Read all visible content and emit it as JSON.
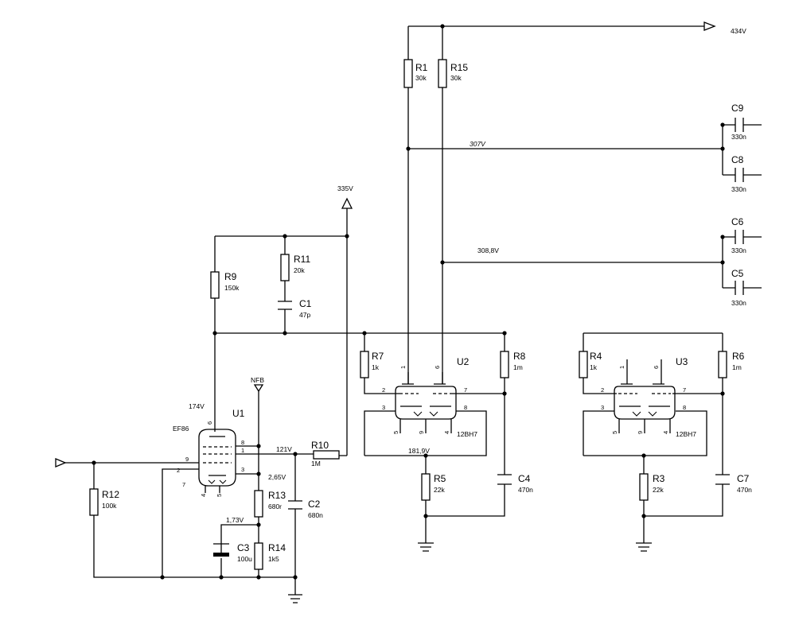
{
  "nets": {
    "hv_main": "434V",
    "rail_307": "307V",
    "rail_3088": "308,8V",
    "rail_335": "335V",
    "nfb": "NFB",
    "plate_u1": "174V",
    "screen_u1": "121V",
    "cathode_u1": "2,65V",
    "c3_node": "1,73V",
    "cathode_u2": "181,9V"
  },
  "components": {
    "R1": {
      "ref": "R1",
      "value": "30k"
    },
    "R15": {
      "ref": "R15",
      "value": "30k"
    },
    "R9": {
      "ref": "R9",
      "value": "150k"
    },
    "R11": {
      "ref": "R11",
      "value": "20k"
    },
    "C1": {
      "ref": "C1",
      "value": "47p"
    },
    "R10": {
      "ref": "R10",
      "value": "1M"
    },
    "R12": {
      "ref": "R12",
      "value": "100k"
    },
    "R13": {
      "ref": "R13",
      "value": "680r"
    },
    "R14": {
      "ref": "R14",
      "value": "1k5"
    },
    "C2": {
      "ref": "C2",
      "value": "680n"
    },
    "C3": {
      "ref": "C3",
      "value": "100u"
    },
    "R7": {
      "ref": "R7",
      "value": "1k"
    },
    "R8": {
      "ref": "R8",
      "value": "1m"
    },
    "R5": {
      "ref": "R5",
      "value": "22k"
    },
    "C4": {
      "ref": "C4",
      "value": "470n"
    },
    "R4": {
      "ref": "R4",
      "value": "1k"
    },
    "R6": {
      "ref": "R6",
      "value": "1m"
    },
    "R3": {
      "ref": "R3",
      "value": "22k"
    },
    "C7": {
      "ref": "C7",
      "value": "470n"
    },
    "C9": {
      "ref": "C9",
      "value": "330n"
    },
    "C8": {
      "ref": "C8",
      "value": "330n"
    },
    "C6": {
      "ref": "C6",
      "value": "330n"
    },
    "C5": {
      "ref": "C5",
      "value": "330n"
    }
  },
  "tubes": {
    "U1": {
      "ref": "U1",
      "type": "EF86",
      "pins": [
        "6",
        "8",
        "1",
        "9",
        "3",
        "2",
        "7",
        "4",
        "5"
      ]
    },
    "U2": {
      "ref": "U2",
      "type": "12BH7",
      "pins": [
        "1",
        "6",
        "2",
        "7",
        "3",
        "8",
        "5",
        "9",
        "4"
      ]
    },
    "U3": {
      "ref": "U3",
      "type": "12BH7",
      "pins": [
        "1",
        "6",
        "2",
        "7",
        "3",
        "8",
        "5",
        "9",
        "4"
      ]
    }
  }
}
